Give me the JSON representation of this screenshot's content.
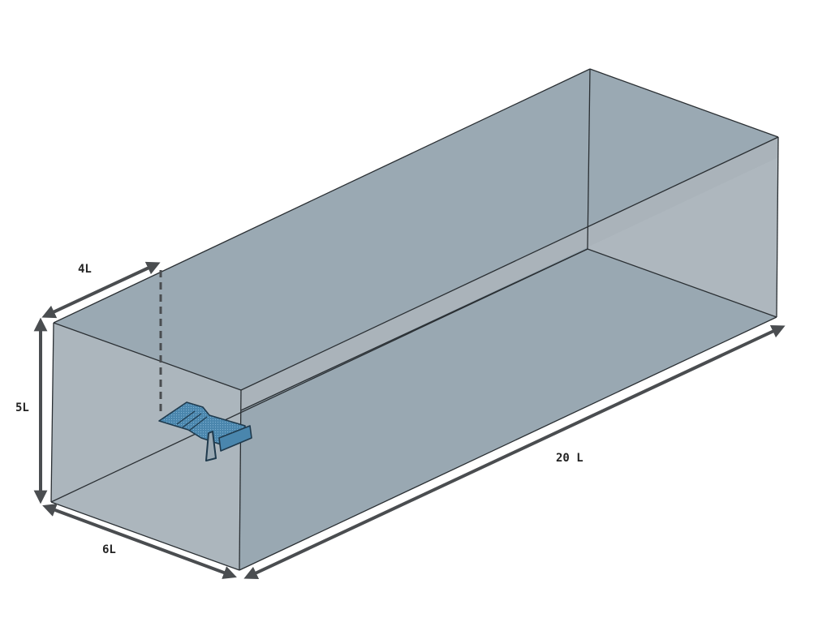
{
  "diagram": {
    "type": "domain-box-schematic",
    "subject": "rear-wing-with-endplates",
    "colors": {
      "face_top": "#9aa9b3",
      "face_front": "#aeb7be",
      "face_right": "#adb5bc",
      "face_floor": "#99a8b2",
      "edge": "#2a2f33",
      "arrow": "#4a4d50",
      "dashed": "#4a4d50",
      "wing": "#4a86ad",
      "wing_edge": "#1f3a4d"
    },
    "dimensions": {
      "depth": {
        "label": "4L"
      },
      "height": {
        "label": "5L"
      },
      "width": {
        "label": "6L"
      },
      "length": {
        "label": "20 L"
      }
    }
  }
}
